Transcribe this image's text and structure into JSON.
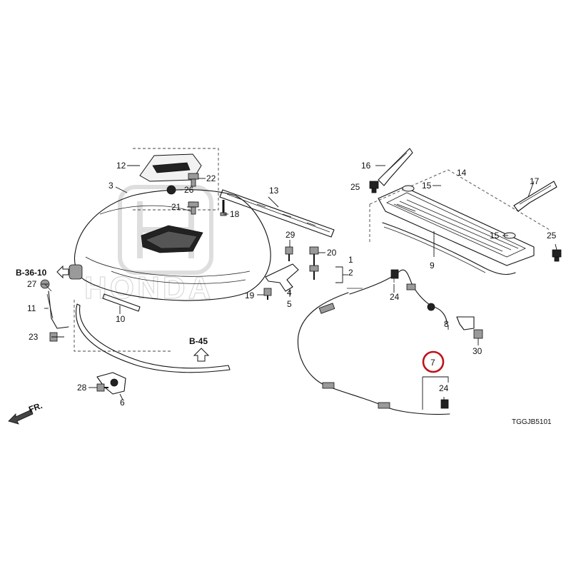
{
  "callouts": {
    "c1": "1",
    "c2": "2",
    "c3": "3",
    "c4": "4",
    "c5": "5",
    "c6": "6",
    "c7": "7",
    "c8": "8",
    "c9": "9",
    "c10": "10",
    "c11": "11",
    "c12": "12",
    "c13": "13",
    "c14": "14",
    "c15a": "15",
    "c15b": "15",
    "c16": "16",
    "c17": "17",
    "c18": "18",
    "c19": "19",
    "c20": "20",
    "c21": "21",
    "c22": "22",
    "c23": "23",
    "c24a": "24",
    "c24b": "24",
    "c25a": "25",
    "c25b": "25",
    "c26": "26",
    "c27": "27",
    "c28": "28",
    "c29": "29",
    "c30": "30"
  },
  "references": {
    "b3610": "B-36-10",
    "b45": "B-45"
  },
  "front_label": "FR.",
  "drawing_code": "TGGJB5101",
  "watermark": "HONDA",
  "highlight": {
    "color": "#c0121a",
    "part": "7"
  }
}
